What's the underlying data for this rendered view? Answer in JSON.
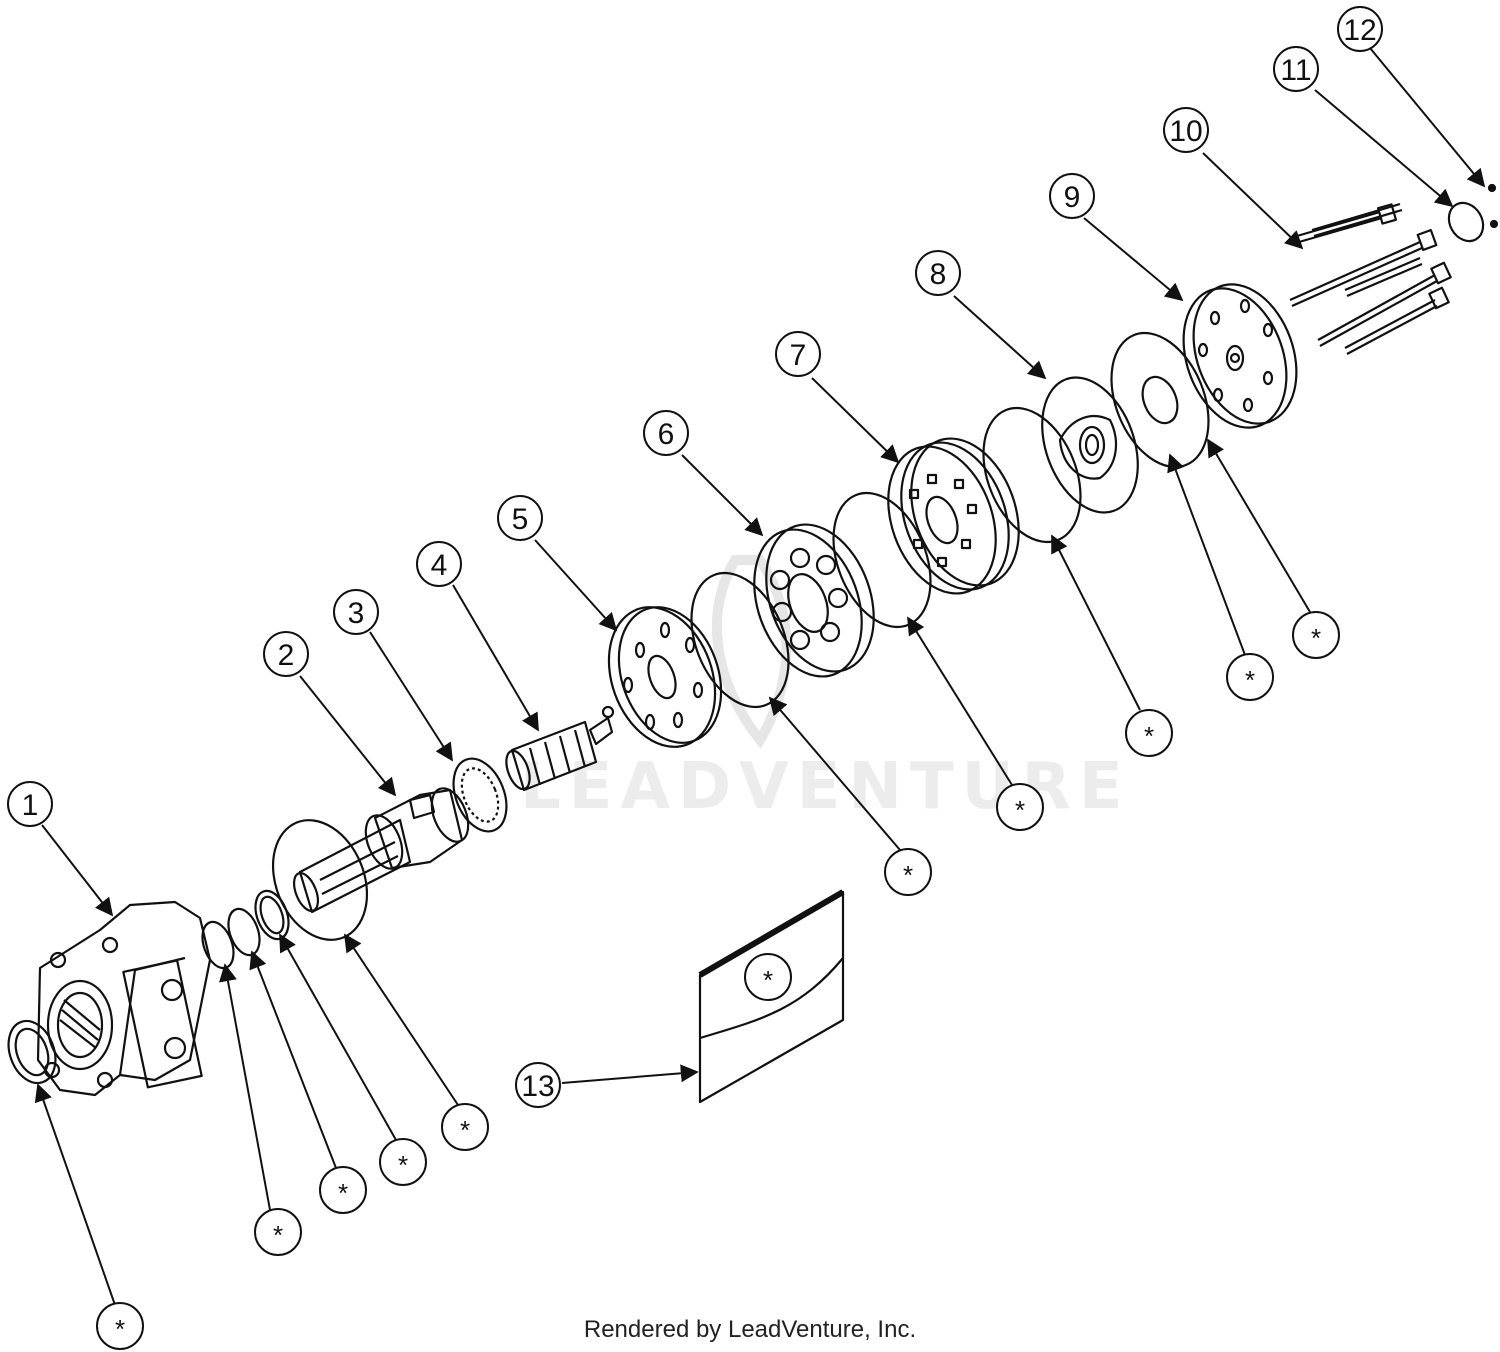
{
  "watermark": "LEADVENTURE",
  "footer": "Rendered by LeadVenture, Inc.",
  "callouts": [
    {
      "label": "1"
    },
    {
      "label": "2"
    },
    {
      "label": "3"
    },
    {
      "label": "4"
    },
    {
      "label": "5"
    },
    {
      "label": "6"
    },
    {
      "label": "7"
    },
    {
      "label": "8"
    },
    {
      "label": "9"
    },
    {
      "label": "10"
    },
    {
      "label": "11"
    },
    {
      "label": "12"
    },
    {
      "label": "13"
    }
  ],
  "kit_marker": "*",
  "line_color": "#111111"
}
